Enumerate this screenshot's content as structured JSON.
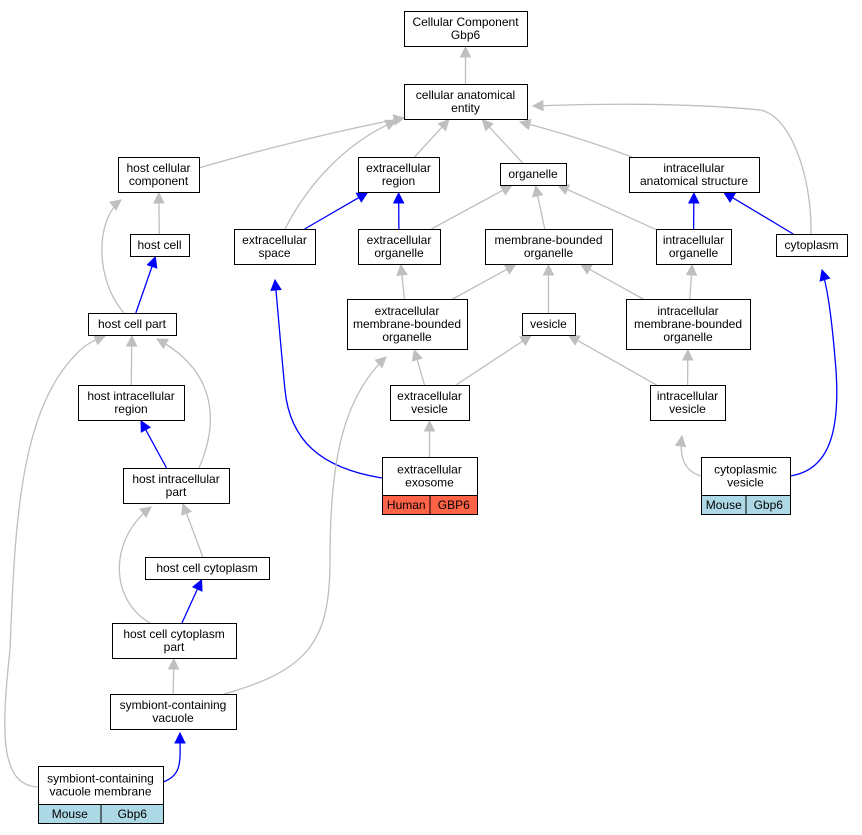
{
  "colors": {
    "is_a": "#bfbfbf",
    "part_of": "#0000ff",
    "human": "#ff6347",
    "mouse": "#add8e6"
  },
  "nodes": [
    {
      "id": "cellular-component",
      "lines": [
        "Cellular Component",
        "Gbp6"
      ]
    },
    {
      "id": "cellular-anatomical-entity",
      "lines": [
        "cellular anatomical",
        "entity"
      ]
    },
    {
      "id": "host-cellular-component",
      "lines": [
        "host cellular",
        "component"
      ]
    },
    {
      "id": "extracellular-region",
      "lines": [
        "extracellular",
        "region"
      ]
    },
    {
      "id": "organelle",
      "lines": [
        "organelle"
      ]
    },
    {
      "id": "intracellular-anatomical-structure",
      "lines": [
        "intracellular",
        "anatomical structure"
      ]
    },
    {
      "id": "host-cell",
      "lines": [
        "host cell"
      ]
    },
    {
      "id": "extracellular-space",
      "lines": [
        "extracellular",
        "space"
      ]
    },
    {
      "id": "extracellular-organelle",
      "lines": [
        "extracellular",
        "organelle"
      ]
    },
    {
      "id": "membrane-bounded-organelle",
      "lines": [
        "membrane-bounded",
        "organelle"
      ]
    },
    {
      "id": "intracellular-organelle",
      "lines": [
        "intracellular",
        "organelle"
      ]
    },
    {
      "id": "cytoplasm",
      "lines": [
        "cytoplasm"
      ]
    },
    {
      "id": "host-cell-part",
      "lines": [
        "host cell part"
      ]
    },
    {
      "id": "extracellular-membrane-bounded-organelle",
      "lines": [
        "extracellular",
        "membrane-bounded",
        "organelle"
      ]
    },
    {
      "id": "vesicle",
      "lines": [
        "vesicle"
      ]
    },
    {
      "id": "intracellular-membrane-bounded-organelle",
      "lines": [
        "intracellular",
        "membrane-bounded",
        "organelle"
      ]
    },
    {
      "id": "host-intracellular-region",
      "lines": [
        "host intracellular",
        "region"
      ]
    },
    {
      "id": "extracellular-vesicle",
      "lines": [
        "extracellular",
        "vesicle"
      ]
    },
    {
      "id": "intracellular-vesicle",
      "lines": [
        "intracellular",
        "vesicle"
      ]
    },
    {
      "id": "extracellular-exosome",
      "lines": [
        "extracellular",
        "exosome"
      ],
      "annotation": {
        "species": "Human",
        "gene": "GBP6",
        "color": "human"
      }
    },
    {
      "id": "cytoplasmic-vesicle",
      "lines": [
        "cytoplasmic",
        "vesicle"
      ],
      "annotation": {
        "species": "Mouse",
        "gene": "Gbp6",
        "color": "mouse"
      }
    },
    {
      "id": "host-intracellular-part",
      "lines": [
        "host intracellular",
        "part"
      ]
    },
    {
      "id": "host-cell-cytoplasm",
      "lines": [
        "host cell cytoplasm"
      ]
    },
    {
      "id": "host-cell-cytoplasm-part",
      "lines": [
        "host cell cytoplasm",
        "part"
      ]
    },
    {
      "id": "symbiont-containing-vacuole",
      "lines": [
        "symbiont-containing",
        "vacuole"
      ]
    },
    {
      "id": "symbiont-containing-vacuole-membrane",
      "lines": [
        "symbiont-containing",
        "vacuole membrane"
      ],
      "annotation": {
        "species": "Mouse",
        "gene": "Gbp6",
        "color": "mouse"
      }
    }
  ],
  "edges": [
    {
      "from": "cellular-anatomical-entity",
      "to": "cellular-component",
      "type": "is_a"
    },
    {
      "from": "host-cellular-component",
      "to": "cellular-anatomical-entity",
      "type": "is_a"
    },
    {
      "from": "extracellular-space",
      "to": "cellular-anatomical-entity",
      "type": "is_a"
    },
    {
      "from": "extracellular-region",
      "to": "cellular-anatomical-entity",
      "type": "is_a"
    },
    {
      "from": "organelle",
      "to": "cellular-anatomical-entity",
      "type": "is_a"
    },
    {
      "from": "intracellular-anatomical-structure",
      "to": "cellular-anatomical-entity",
      "type": "is_a"
    },
    {
      "from": "cytoplasm",
      "to": "cellular-anatomical-entity",
      "type": "is_a"
    },
    {
      "from": "host-cell",
      "to": "host-cellular-component",
      "type": "is_a"
    },
    {
      "from": "host-cell-part",
      "to": "host-cellular-component",
      "type": "is_a"
    },
    {
      "from": "host-cell-part",
      "to": "host-cell",
      "type": "part_of"
    },
    {
      "from": "extracellular-space",
      "to": "extracellular-region",
      "type": "part_of"
    },
    {
      "from": "extracellular-organelle",
      "to": "extracellular-region",
      "type": "part_of"
    },
    {
      "from": "extracellular-organelle",
      "to": "organelle",
      "type": "is_a"
    },
    {
      "from": "membrane-bounded-organelle",
      "to": "organelle",
      "type": "is_a"
    },
    {
      "from": "intracellular-organelle",
      "to": "organelle",
      "type": "is_a"
    },
    {
      "from": "intracellular-organelle",
      "to": "intracellular-anatomical-structure",
      "type": "part_of"
    },
    {
      "from": "cytoplasm",
      "to": "intracellular-anatomical-structure",
      "type": "part_of"
    },
    {
      "from": "extracellular-membrane-bounded-organelle",
      "to": "extracellular-organelle",
      "type": "is_a"
    },
    {
      "from": "extracellular-membrane-bounded-organelle",
      "to": "membrane-bounded-organelle",
      "type": "is_a"
    },
    {
      "from": "vesicle",
      "to": "membrane-bounded-organelle",
      "type": "is_a"
    },
    {
      "from": "intracellular-membrane-bounded-organelle",
      "to": "membrane-bounded-organelle",
      "type": "is_a"
    },
    {
      "from": "intracellular-membrane-bounded-organelle",
      "to": "intracellular-organelle",
      "type": "is_a"
    },
    {
      "from": "host-intracellular-region",
      "to": "host-cell-part",
      "type": "is_a"
    },
    {
      "from": "host-intracellular-part",
      "to": "host-cell-part",
      "type": "is_a"
    },
    {
      "from": "symbiont-containing-vacuole-membrane",
      "to": "host-cell-part",
      "type": "is_a"
    },
    {
      "from": "extracellular-vesicle",
      "to": "extracellular-membrane-bounded-organelle",
      "type": "is_a"
    },
    {
      "from": "extracellular-vesicle",
      "to": "vesicle",
      "type": "is_a"
    },
    {
      "from": "intracellular-vesicle",
      "to": "vesicle",
      "type": "is_a"
    },
    {
      "from": "intracellular-vesicle",
      "to": "intracellular-membrane-bounded-organelle",
      "type": "is_a"
    },
    {
      "from": "host-intracellular-part",
      "to": "host-intracellular-region",
      "type": "part_of"
    },
    {
      "from": "extracellular-exosome",
      "to": "extracellular-vesicle",
      "type": "is_a"
    },
    {
      "from": "extracellular-exosome",
      "to": "extracellular-space",
      "type": "part_of"
    },
    {
      "from": "cytoplasmic-vesicle",
      "to": "intracellular-vesicle",
      "type": "is_a"
    },
    {
      "from": "cytoplasmic-vesicle",
      "to": "cytoplasm",
      "type": "part_of"
    },
    {
      "from": "host-cell-cytoplasm",
      "to": "host-intracellular-part",
      "type": "is_a"
    },
    {
      "from": "host-cell-cytoplasm-part",
      "to": "host-intracellular-part",
      "type": "is_a"
    },
    {
      "from": "host-cell-cytoplasm-part",
      "to": "host-cell-cytoplasm",
      "type": "part_of"
    },
    {
      "from": "symbiont-containing-vacuole",
      "to": "host-cell-cytoplasm-part",
      "type": "is_a"
    },
    {
      "from": "symbiont-containing-vacuole",
      "to": "extracellular-membrane-bounded-organelle",
      "type": "is_a"
    },
    {
      "from": "symbiont-containing-vacuole-membrane",
      "to": "symbiont-containing-vacuole",
      "type": "part_of"
    }
  ]
}
